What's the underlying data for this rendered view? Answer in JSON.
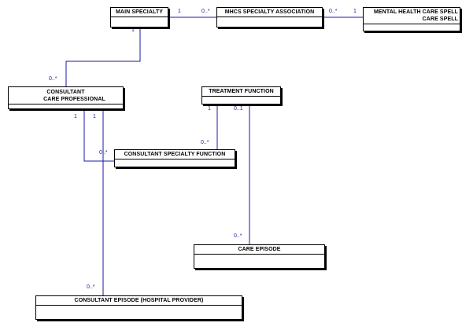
{
  "colors": {
    "line": "#1a1aa6",
    "text": "#000000",
    "multiplicity": "#1a1aa6"
  },
  "entities": {
    "main_specialty": {
      "title": "MAIN SPECIALTY"
    },
    "mhcs_specialty_association": {
      "title": "MHCS SPECIALTY ASSOCIATION"
    },
    "mental_health_care_spell": {
      "line1": "MENTAL HEALTH CARE SPELL",
      "line2": "CARE SPELL"
    },
    "consultant": {
      "line1": "CONSULTANT",
      "line2": "CARE PROFESSIONAL"
    },
    "treatment_function": {
      "title": "TREATMENT FUNCTION"
    },
    "consultant_specialty_function": {
      "title": "CONSULTANT SPECIALTY FUNCTION"
    },
    "care_episode": {
      "title": "CARE EPISODE"
    },
    "consultant_episode": {
      "title": "CONSULTANT EPISODE (HOSPITAL PROVIDER)"
    }
  },
  "multiplicities": {
    "main_to_mhcs_one": "1",
    "main_to_mhcs_many": "0..*",
    "mhcs_to_spell_many": "0..*",
    "mhcs_to_spell_one": "1",
    "main_to_consultant_one": "1",
    "main_to_consultant_many": "0..*",
    "consultant_to_csf_one": "1",
    "consultant_to_episode_one": "1",
    "csf_many": "0..*",
    "tf_to_csf_one": "1",
    "tf_to_care_episode_one": "0..1",
    "tf_to_csf_many": "0..*",
    "care_episode_many": "0..*",
    "consultant_episode_many": "0..*"
  }
}
